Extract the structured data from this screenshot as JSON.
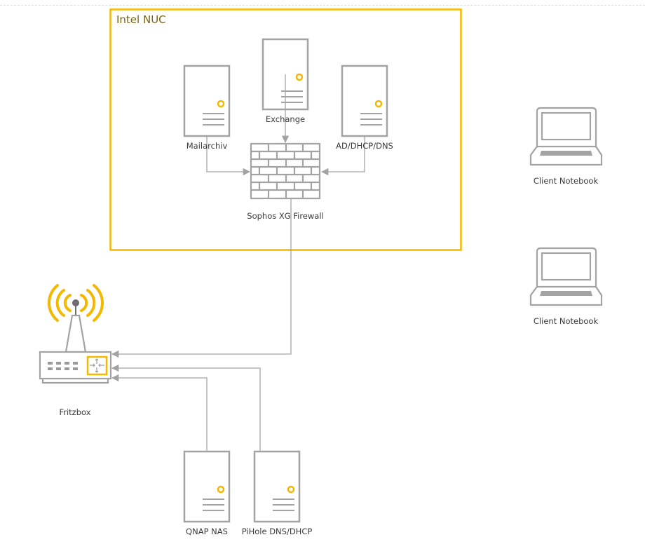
{
  "diagram": {
    "colors": {
      "accent": "#f5b800",
      "device_stroke": "#a3a3a3",
      "connector": "#a3a3a3",
      "group_title": "#7a6414",
      "antenna_head": "#6e6e6e"
    },
    "groups": [
      {
        "id": "intel-nuc",
        "label": "Intel NUC"
      }
    ],
    "nodes": [
      {
        "id": "exchange",
        "type": "server",
        "label": "Exchange",
        "group": "intel-nuc"
      },
      {
        "id": "mailarchiv",
        "type": "server",
        "label": "Mailarchiv",
        "group": "intel-nuc"
      },
      {
        "id": "ad-dhcp-dns",
        "type": "server",
        "label": "AD/DHCP/DNS",
        "group": "intel-nuc"
      },
      {
        "id": "sophos",
        "type": "firewall",
        "label": "Sophos XG Firewall",
        "group": "intel-nuc"
      },
      {
        "id": "fritzbox",
        "type": "wireless-router",
        "label": "Fritzbox"
      },
      {
        "id": "qnap",
        "type": "server",
        "label": "QNAP NAS"
      },
      {
        "id": "pihole",
        "type": "server",
        "label": "PiHole DNS/DHCP"
      },
      {
        "id": "client1",
        "type": "laptop",
        "label": "Client Notebook"
      },
      {
        "id": "client2",
        "type": "laptop",
        "label": "Client Notebook"
      }
    ],
    "edges": [
      {
        "from": "exchange",
        "to": "sophos"
      },
      {
        "from": "mailarchiv",
        "to": "sophos"
      },
      {
        "from": "ad-dhcp-dns",
        "to": "sophos"
      },
      {
        "from": "sophos",
        "to": "fritzbox"
      },
      {
        "from": "pihole",
        "to": "fritzbox"
      },
      {
        "from": "qnap",
        "to": "fritzbox"
      }
    ]
  }
}
